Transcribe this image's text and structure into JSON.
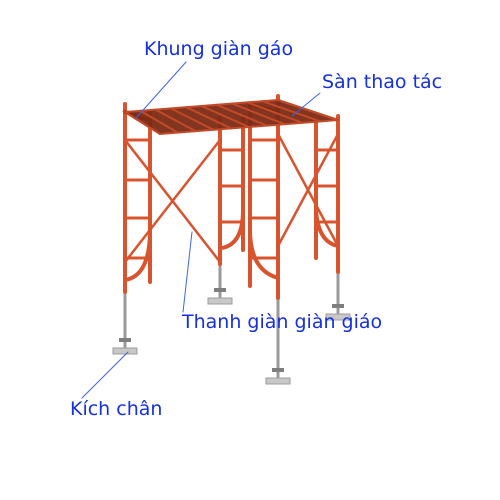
{
  "colors": {
    "frame": "#d8542f",
    "frame_dark": "#a93a1d",
    "plank": "#c24a29",
    "plank_dark": "#7d2a14",
    "jack": "#9a9a9a",
    "base_plate": "#c8c8c8",
    "label": "#1430e0",
    "leader": "#3f63e8"
  },
  "labels": {
    "frame": "Khung giàn gáo",
    "deck": "Sàn thao tác",
    "brace": "Thanh giàn giàn giáo",
    "jack": "Kích chân"
  }
}
